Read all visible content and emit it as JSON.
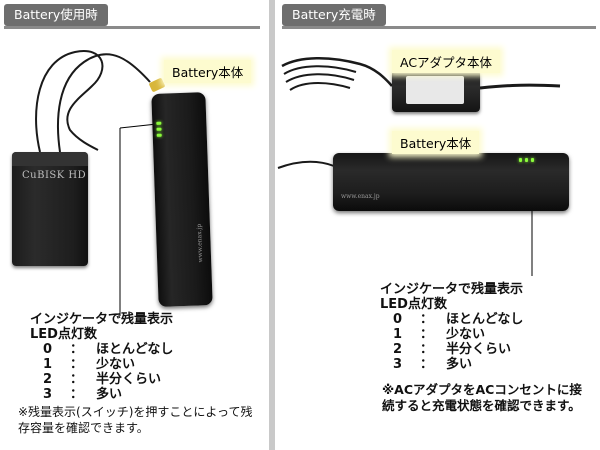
{
  "left_panel": {
    "tab_label": "Battery使用時",
    "device_label": "Battery本体",
    "hdd_brand": "CuBISK HD",
    "battery_print": "www.enax.jp",
    "indicator": {
      "title": "インジケータで残量表示",
      "subtitle": "LED点灯数",
      "rows": [
        {
          "count": "0",
          "desc": "ほとんどなし"
        },
        {
          "count": "1",
          "desc": "少ない"
        },
        {
          "count": "2",
          "desc": "半分くらい"
        },
        {
          "count": "3",
          "desc": "多い"
        }
      ]
    },
    "note": "※残量表示(スイッチ)を押すことによって残存容量を確認できます。"
  },
  "right_panel": {
    "tab_label": "Battery充電時",
    "adapter_label": "ACアダプタ本体",
    "device_label": "Battery本体",
    "battery_print": "www.enax.jp",
    "indicator": {
      "title": "インジケータで残量表示",
      "subtitle": "LED点灯数",
      "rows": [
        {
          "count": "0",
          "desc": "ほとんどなし"
        },
        {
          "count": "1",
          "desc": "少ない"
        },
        {
          "count": "2",
          "desc": "半分くらい"
        },
        {
          "count": "3",
          "desc": "多い"
        }
      ]
    },
    "note": "※ACアダプタをACコンセントに接続すると充電状態を確認できます。"
  },
  "colors": {
    "led": "#8bfb3b",
    "callout_bg": "#fdfbcf",
    "tab_bg": "#6e6e6e",
    "divider": "#c9c9c9"
  }
}
